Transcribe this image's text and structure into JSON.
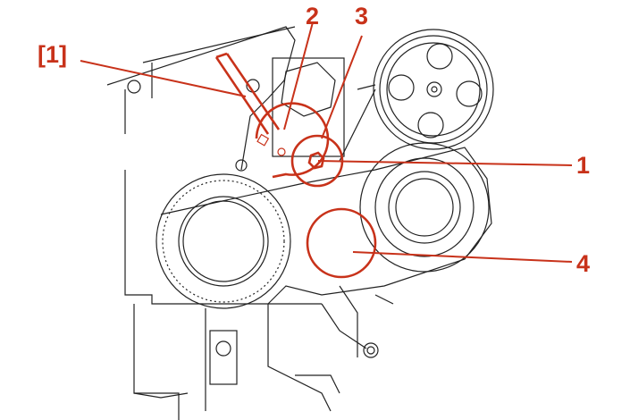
{
  "callouts": {
    "tool": "[1]",
    "c2": "2",
    "c3": "3",
    "c1": "1",
    "c4": "4"
  },
  "colors": {
    "callout": "#c8321a",
    "line": "#222222"
  }
}
